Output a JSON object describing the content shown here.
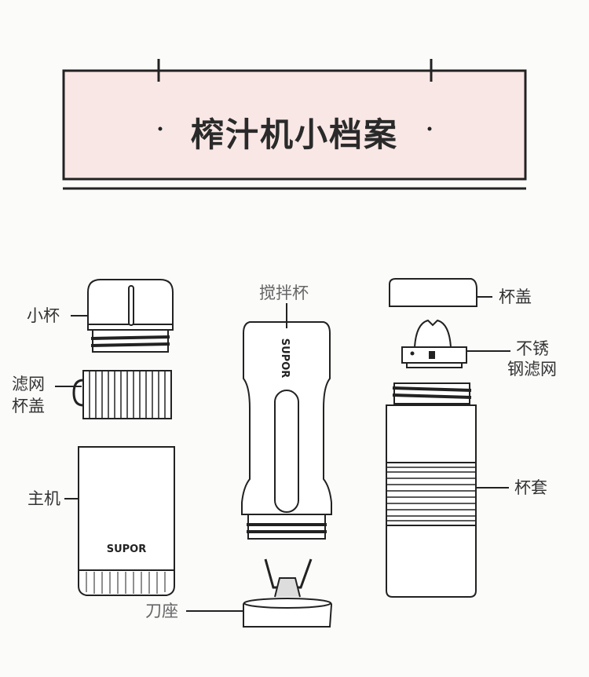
{
  "header": {
    "title": "榨汁机小档案"
  },
  "colors": {
    "header_fill": "#f9e7e5",
    "line": "#222222"
  },
  "brand": "SUPOR",
  "labels": {
    "small_cup": "小杯",
    "filter_lid_line1": "滤网",
    "filter_lid_line2": "杯盖",
    "main_unit": "主机",
    "blending_cup": "搅拌杯",
    "blade_base": "刀座",
    "cup_lid": "杯盖",
    "steel_filter_line1": "不锈",
    "steel_filter_line2": "钢滤网",
    "cup_sleeve": "杯套"
  }
}
